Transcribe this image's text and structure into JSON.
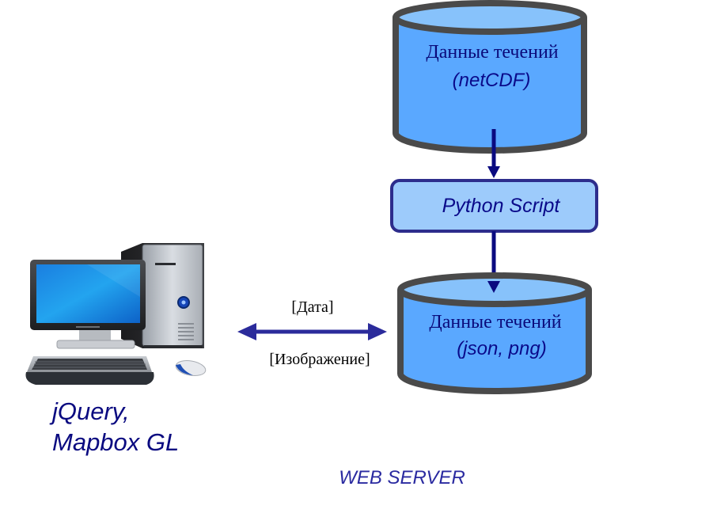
{
  "colors": {
    "cylinder_fill": "#5aa8ff",
    "cylinder_top": "#87c2fb",
    "cylinder_stroke": "#4a4a4a",
    "script_fill": "#9dcbfb",
    "script_stroke": "#2d2d8c",
    "arrow": "#0a0a80",
    "double_arrow": "#2b2b9b",
    "text_dark_blue": "#0a0a7a"
  },
  "nodes": {
    "netcdf_store": {
      "title": "Данные течений",
      "subtitle": "(netCDF)"
    },
    "python_script": {
      "label": "Python Script"
    },
    "json_store": {
      "title": "Данные течений",
      "subtitle": "(json, png)"
    },
    "client": {
      "icon": "desktop-computer-icon",
      "line1": "jQuery,",
      "line2": "Mapbox GL"
    }
  },
  "edges": {
    "client_server": {
      "top_label": "[Дата]",
      "bottom_label": "[Изображение]"
    }
  },
  "server_label": "WEB SERVER"
}
